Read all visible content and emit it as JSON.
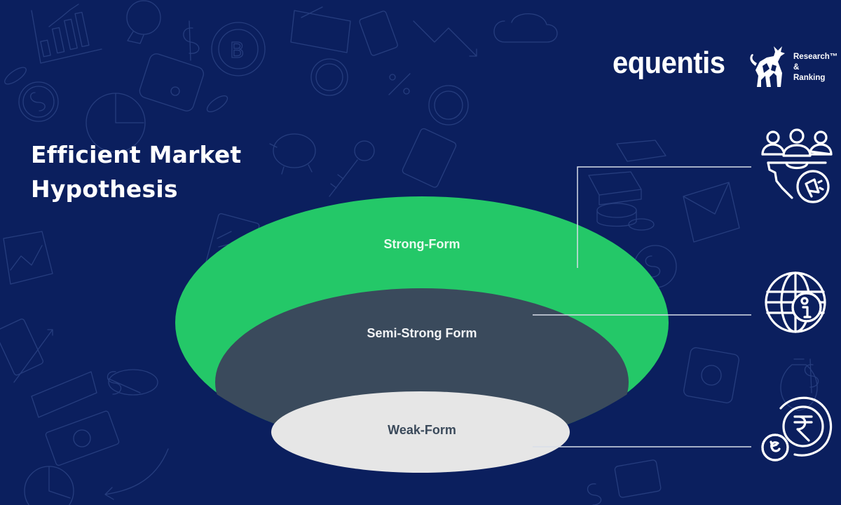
{
  "logo": {
    "wordmark": "equentis",
    "tagline_line1": "Research™",
    "tagline_line2": "&",
    "tagline_line3": "Ranking",
    "mascot": "bull-icon"
  },
  "title": {
    "line1": "Efficient Market",
    "line2": "Hypothesis"
  },
  "layers": [
    {
      "label": "Strong-Form",
      "color": "#24c868",
      "icon": "group-announcement-icon"
    },
    {
      "label": "Semi-Strong Form",
      "color": "#3a4a5c",
      "icon": "globe-info-icon"
    },
    {
      "label": "Weak-Form",
      "color": "#e6e6e6",
      "icon": "rupee-coin-return-icon"
    }
  ],
  "colors": {
    "background": "#0b1f5e",
    "strong": "#24c868",
    "semi_strong": "#3a4a5c",
    "weak": "#e6e6e6",
    "connector": "#d8dde8",
    "text_light": "#ffffff",
    "text_dark": "#3b4a5b"
  }
}
